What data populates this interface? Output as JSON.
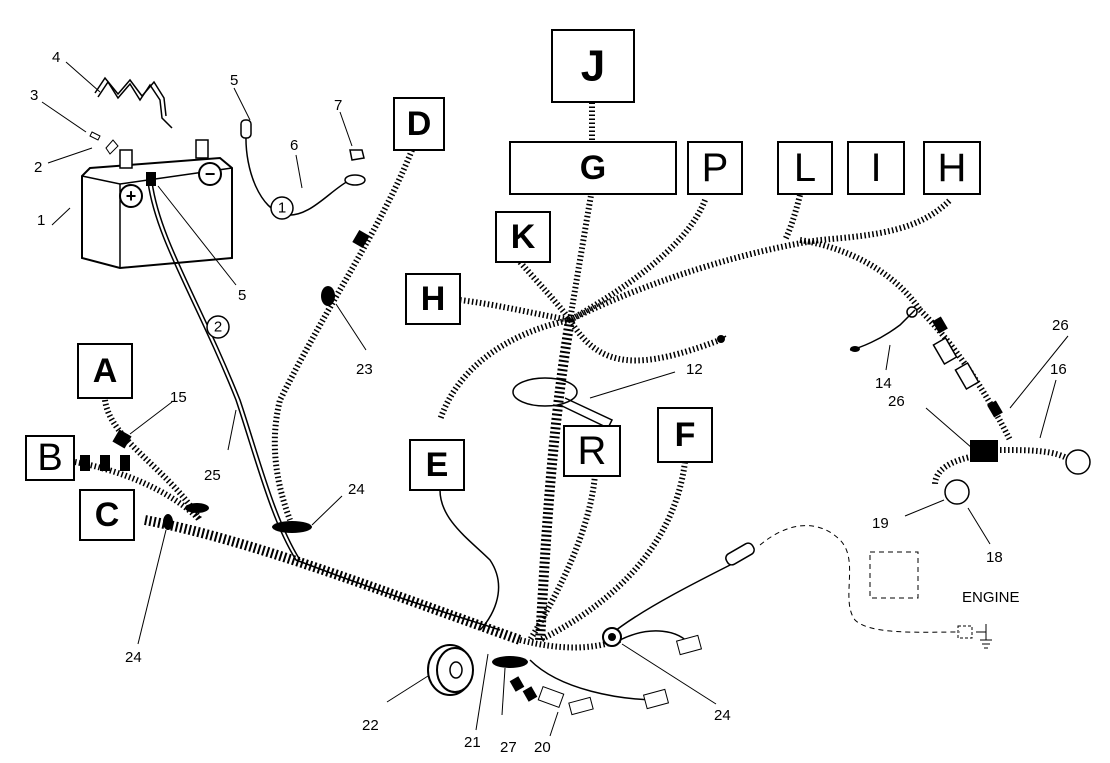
{
  "box_labels": {
    "J": "J",
    "G": "G",
    "P": "P",
    "L": "L",
    "I": "I",
    "H_top": "H",
    "D": "D",
    "K": "K",
    "H_left": "H",
    "A": "A",
    "B": "B",
    "C": "C",
    "E": "E",
    "R": "R",
    "F": "F"
  },
  "callouts": {
    "c1": "1",
    "c2": "2",
    "c3": "3",
    "c4": "4",
    "c5a": "5",
    "c5b": "5",
    "c6": "6",
    "c7": "7",
    "c12": "12",
    "c14": "14",
    "c15": "15",
    "c16": "16",
    "c18": "18",
    "c19": "19",
    "c20": "20",
    "c21": "21",
    "c22": "22",
    "c23": "23",
    "c24a": "24",
    "c24b": "24",
    "c24c": "24",
    "c25": "25",
    "c26a": "26",
    "c26b": "26",
    "c27": "27"
  },
  "circle_marks": {
    "m1": "1",
    "m2": "2"
  },
  "battery": {
    "plus": "+",
    "minus": "−"
  },
  "engine_label": "ENGINE"
}
